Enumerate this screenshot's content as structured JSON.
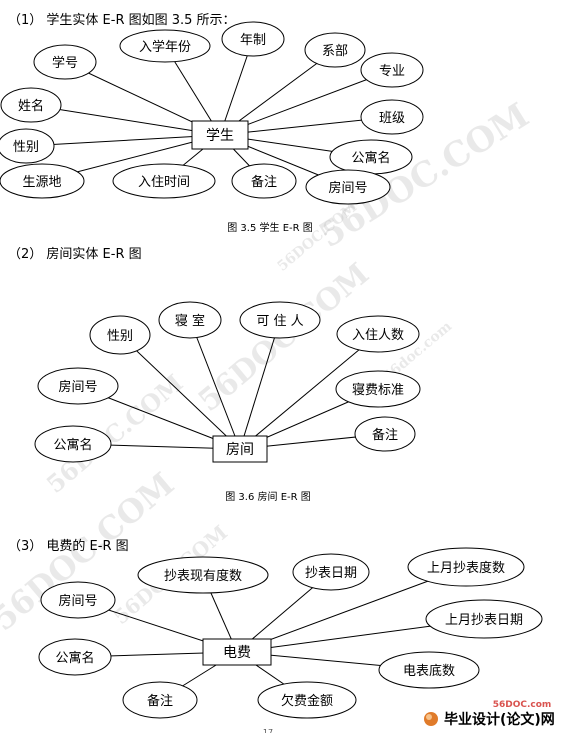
{
  "sections": [
    {
      "heading": "（1） 学生实体 E-R 图如图 3.5 所示：",
      "entity": "学生",
      "attributes": [
        "学号",
        "入学年份",
        "年制",
        "系部",
        "专业",
        "姓名",
        "班级",
        "性别",
        "公寓名",
        "生源地",
        "入住时间",
        "备注",
        "房间号"
      ],
      "caption": "图 3.5 学生 E-R 图"
    },
    {
      "heading": "（2） 房间实体 E-R 图",
      "entity": "房间",
      "attributes": [
        "性别",
        "寝 室",
        "可 住 人",
        "入住人数",
        "房间号",
        "寝费标准",
        "公寓名",
        "备注"
      ],
      "caption": "图 3.6 房间 E-R 图"
    },
    {
      "heading": "（3） 电费的 E-R 图",
      "entity": "电费",
      "attributes": [
        "抄表现有度数",
        "抄表日期",
        "上月抄表度数",
        "房间号",
        "上月抄表日期",
        "公寓名",
        "电表底数",
        "备注",
        "欠费金额"
      ]
    }
  ],
  "watermarks": [
    "56DOC.COM",
    "56DOC.COM",
    "56DOC.COM",
    "56DOC.COM",
    "56DOC.COM",
    "56DOC.COM",
    "56doc.com"
  ],
  "footer": {
    "site": "56DOC.com",
    "brand": "毕业设计(论文)网",
    "page_number": "17"
  },
  "colors": {
    "line": "#000000",
    "footer_site": "#d9534f",
    "brand": "#000000"
  }
}
